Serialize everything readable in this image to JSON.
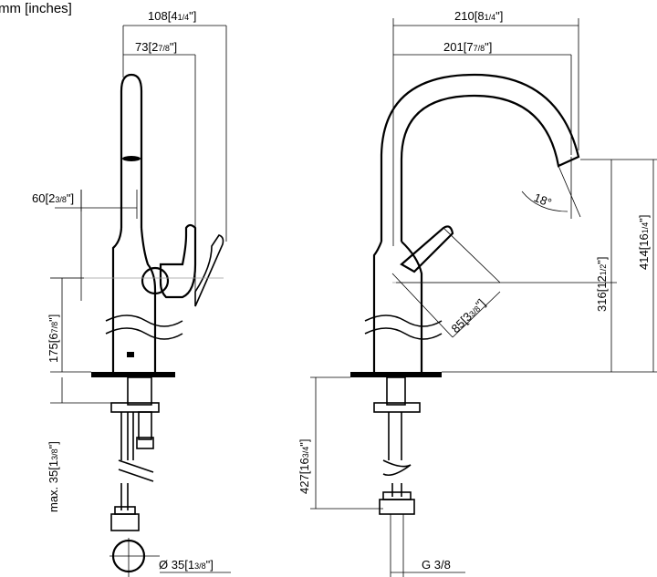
{
  "units_label": "mm [inches]",
  "dimensions": {
    "d108": {
      "mm": "108",
      "inch": "4",
      "frac": "1/4",
      "q": "\""
    },
    "d73": {
      "mm": "73",
      "inch": "2",
      "frac": "7/8",
      "q": "\""
    },
    "d60": {
      "mm": "60",
      "inch": "2",
      "frac": "3/8",
      "q": "\""
    },
    "d175": {
      "mm": "175",
      "inch": "6",
      "frac": "7/8",
      "q": "\""
    },
    "dmax35": {
      "prefix": "max.",
      "mm": "35",
      "inch": "1",
      "frac": "3/8",
      "q": "\""
    },
    "ddia35": {
      "symbol": "Ø",
      "mm": "35",
      "inch": "1",
      "frac": "3/8",
      "q": "\""
    },
    "d210": {
      "mm": "210",
      "inch": "8",
      "frac": "1/4",
      "q": "\""
    },
    "d201": {
      "mm": "201",
      "inch": "7",
      "frac": "7/8",
      "q": "\""
    },
    "angle": {
      "value": "18",
      "unit": "°"
    },
    "d85": {
      "mm": "85",
      "inch": "3",
      "frac": "3/8",
      "q": "\""
    },
    "d316": {
      "mm": "316",
      "inch": "12",
      "frac": "1/2",
      "q": "\""
    },
    "d414": {
      "mm": "414",
      "inch": "16",
      "frac": "1/4",
      "q": "\""
    },
    "d427": {
      "mm": "427",
      "inch": "16",
      "frac": "3/4",
      "q": "\""
    },
    "thread": {
      "text": "G 3/8"
    }
  }
}
